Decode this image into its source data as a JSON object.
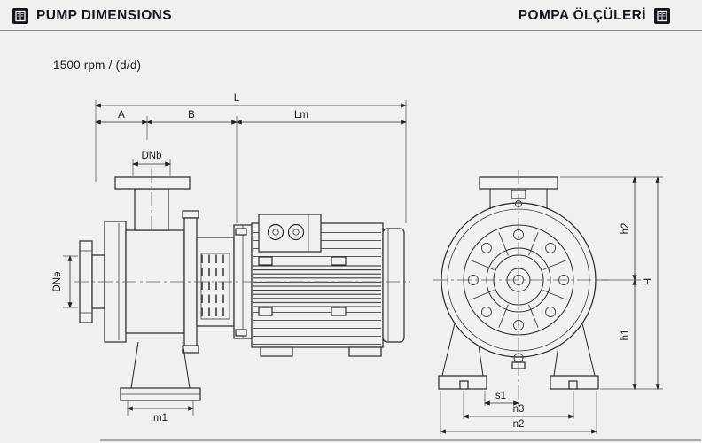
{
  "header": {
    "title_en": "PUMP DIMENSIONS",
    "title_tr": "POMPA ÖLÇÜLERİ"
  },
  "subtitle": "1500 rpm / (d/d)",
  "dim_labels": {
    "L": "L",
    "A": "A",
    "B": "B",
    "Lm": "Lm",
    "DNb": "DNb",
    "DNe": "DNe",
    "m1": "m1",
    "h2": "h2",
    "h1": "h1",
    "H": "H",
    "s1": "s1",
    "n3": "n3",
    "n2": "n2"
  },
  "colors": {
    "ink": "#15151d",
    "page_bg": "#eff1ef"
  }
}
